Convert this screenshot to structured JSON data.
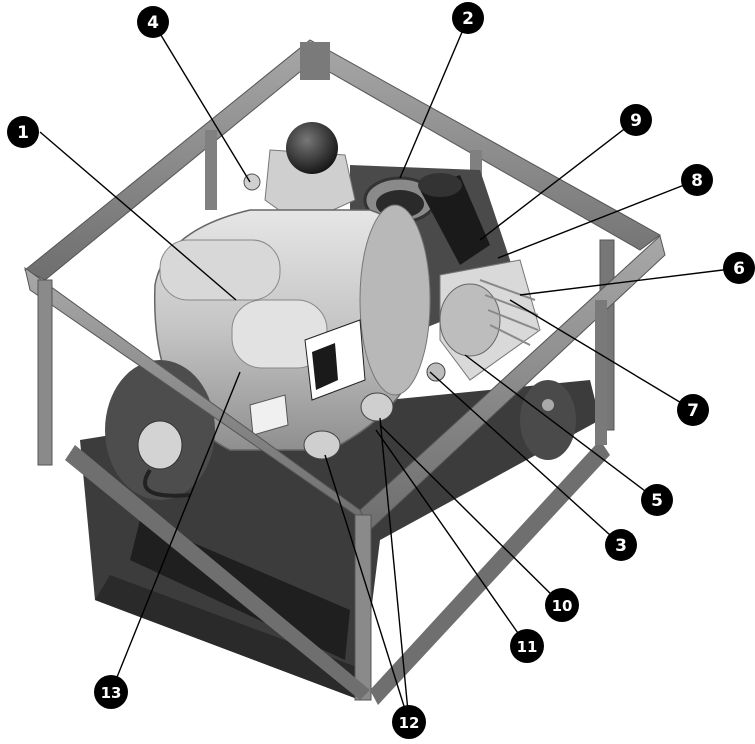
{
  "callouts": [
    {
      "number": "1"
    },
    {
      "number": "2"
    },
    {
      "number": "3"
    },
    {
      "number": "4"
    },
    {
      "number": "5"
    },
    {
      "number": "6"
    },
    {
      "number": "7"
    },
    {
      "number": "8"
    },
    {
      "number": "9"
    },
    {
      "number": "10"
    },
    {
      "number": "11"
    },
    {
      "number": "12"
    },
    {
      "number": "13"
    }
  ],
  "colors": {
    "callout_fill": "#000000",
    "callout_text": "#ffffff",
    "frame": "#8a8a8a",
    "frame_dark": "#5a5a5a",
    "motor": "#c9c9c9",
    "motor_shadow": "#9a9a9a",
    "base": "#3a3a3a",
    "leader": "#000000"
  },
  "photo_subject": "vacuum-pump-assembly-in-frame"
}
